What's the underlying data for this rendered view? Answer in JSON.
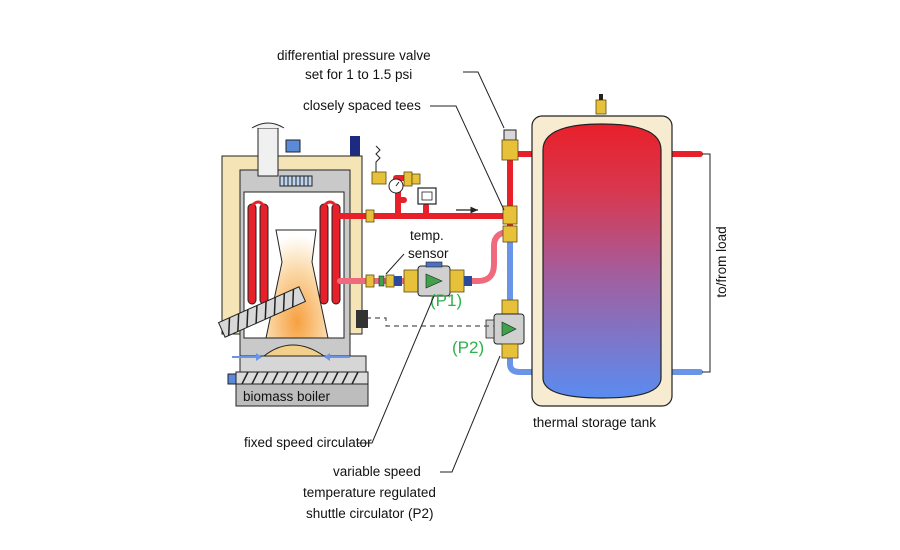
{
  "labels": {
    "diff_valve_line1": "differential pressure valve",
    "diff_valve_line2": "set for 1 to 1.5 psi",
    "closely_spaced_tees": "closely spaced tees",
    "temp_sensor_line1": "temp.",
    "temp_sensor_line2": "sensor",
    "p1": "(P1)",
    "p2": "(P2)",
    "to_from_load": "to/from load",
    "biomass_boiler": "biomass boiler",
    "thermal_storage_tank": "thermal storage tank",
    "fixed_speed_circulator": "fixed speed circulator",
    "variable_line1": "variable speed",
    "variable_line2": "temperature regulated",
    "variable_line3": "shuttle circulator (P2)"
  },
  "colors": {
    "hot_pipe": "#e8202a",
    "warm_pipe": "#f06a7e",
    "cold_pipe": "#6a94e8",
    "tank_top": "#e8202a",
    "tank_bottom": "#5a8cf0",
    "tank_jacket": "#f7ecd2",
    "boiler_jacket": "#f5e4b5",
    "brass": "#e8c13a",
    "circulator_label": "#2db34a"
  }
}
